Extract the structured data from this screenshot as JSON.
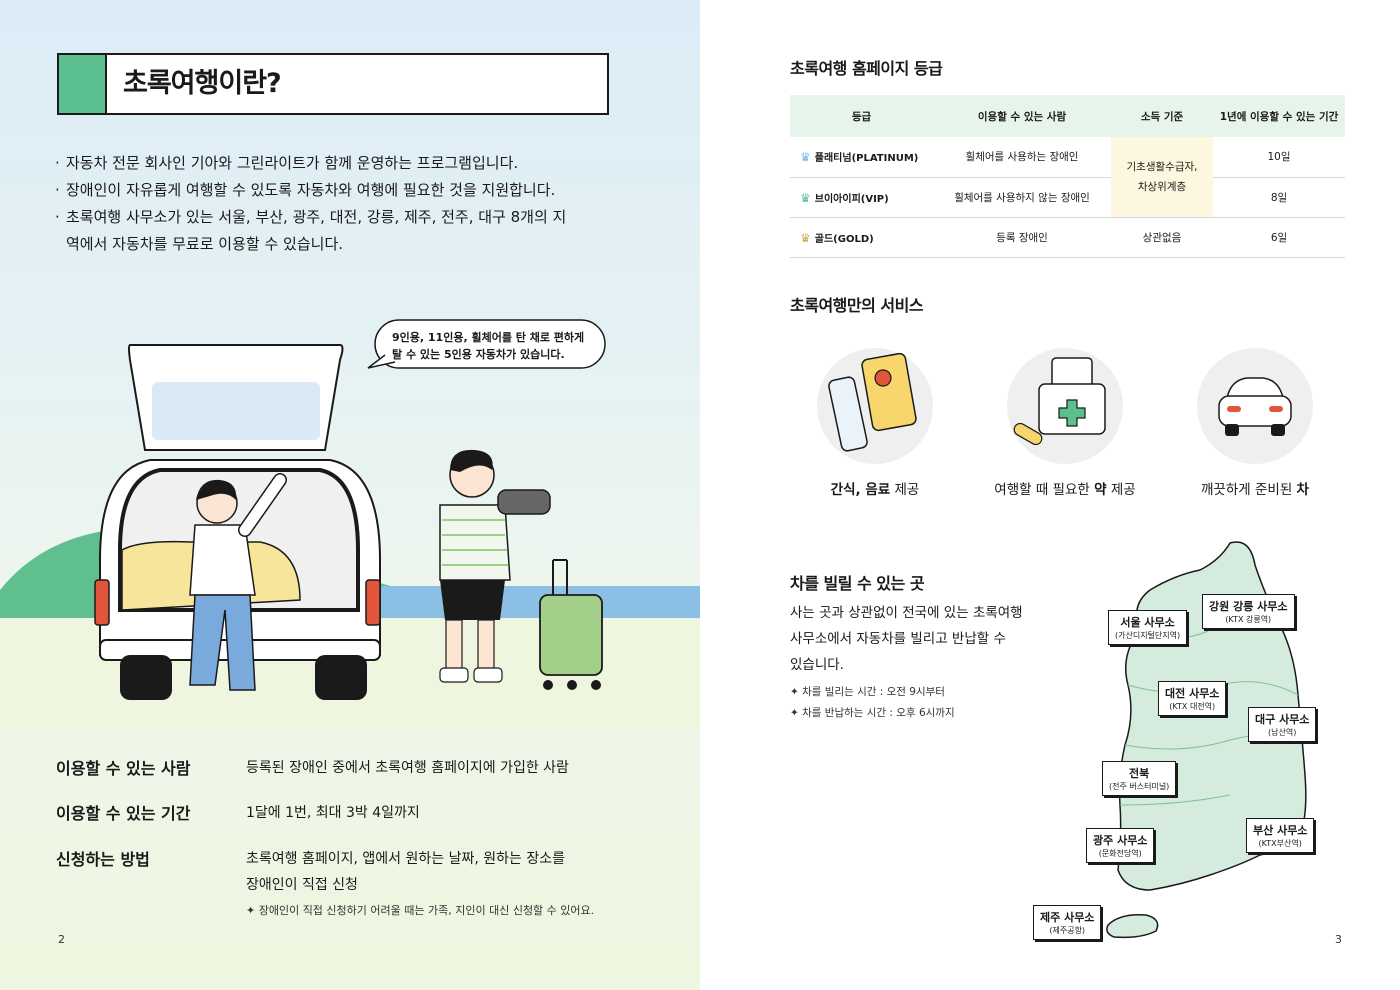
{
  "left": {
    "title": "초록여행이란?",
    "intro": [
      "자동차 전문 회사인 기아와 그린라이트가 함께 운영하는 프로그램입니다.",
      "장애인이 자유롭게 여행할 수 있도록 자동차와 여행에 필요한 것을 지원합니다.",
      "초록여행 사무소가 있는 서울, 부산, 광주, 대전, 강릉, 제주, 전주, 대구 8개의 지역에서 자동차를 무료로 이용할 수 있습니다."
    ],
    "speech_bubble": [
      "9인용, 11인용, 휠체어를 탄 채로 편하게",
      "탈 수 있는 5인용 자동차가 있습니다."
    ],
    "info": [
      {
        "label": "이용할 수 있는 사람",
        "value": "등록된 장애인 중에서 초록여행 홈페이지에 가입한 사람"
      },
      {
        "label": "이용할 수 있는 기간",
        "value": "1달에 1번, 최대 3박 4일까지"
      },
      {
        "label": "신청하는 방법",
        "value_line1": "초록여행 홈페이지, 앱에서 원하는 날짜, 원하는 장소를",
        "value_line2": "장애인이 직접 신청",
        "note": "✦ 장애인이 직접 신청하기 어려울 때는 가족, 지인이 대신 신청할 수 있어요."
      }
    ],
    "page_number": "2"
  },
  "right": {
    "grade_section_title": "초록여행 홈페이지 등급",
    "table": {
      "headers": [
        "등급",
        "이용할 수 있는 사람",
        "소득 기준",
        "1년에 이용할 수 있는 기간"
      ],
      "rows": [
        {
          "grade": "플래티넘(PLATINUM)",
          "crown_color": "#7fb3e6",
          "who": "휠체어를 사용하는 장애인",
          "days": "10일"
        },
        {
          "grade": "브이아이피(VIP)",
          "crown_color": "#5cbf90",
          "who": "휠체어를 사용하지 않는 장애인",
          "days": "8일"
        },
        {
          "grade": "골드(GOLD)",
          "crown_color": "#d7a94a",
          "who": "등록 장애인",
          "income": "상관없음",
          "days": "6일"
        }
      ],
      "merged_income_line1": "기초생활수급자,",
      "merged_income_line2": "차상위계층"
    },
    "service_section_title": "초록여행만의 서비스",
    "services": [
      {
        "bold": "간식, 음료",
        "rest": " 제공",
        "icon": "snack-drink-icon"
      },
      {
        "pre": "여행할 때 필요한 ",
        "bold": "약",
        "rest": " 제공",
        "icon": "medicine-kit-icon"
      },
      {
        "pre": "깨끗하게 준비된 ",
        "bold": "차",
        "icon": "car-icon"
      }
    ],
    "rent_section_title": "차를 빌릴 수 있는 곳",
    "rent_desc": [
      "사는 곳과 상관없이 전국에 있는 초록여행",
      "사무소에서 자동차를 빌리고 반납할 수",
      "있습니다."
    ],
    "rent_notes": [
      "✦ 차를 빌리는 시간 : 오전 9시부터",
      "✦ 차를 반납하는 시간 : 오후 6시까지"
    ],
    "offices": [
      {
        "name": "서울 사무소",
        "sub": "(가산디지털단지역)"
      },
      {
        "name": "강원 강릉 사무소",
        "sub": "(KTX 강릉역)"
      },
      {
        "name": "대전 사무소",
        "sub": "(KTX 대전역)"
      },
      {
        "name": "대구 사무소",
        "sub": "(남산역)"
      },
      {
        "name": "전북",
        "sub": "(전주 버스터미널)"
      },
      {
        "name": "부산 사무소",
        "sub": "(KTX부산역)"
      },
      {
        "name": "광주 사무소",
        "sub": "(문화전당역)"
      },
      {
        "name": "제주 사무소",
        "sub": "(제주공항)"
      }
    ],
    "page_number": "3"
  }
}
